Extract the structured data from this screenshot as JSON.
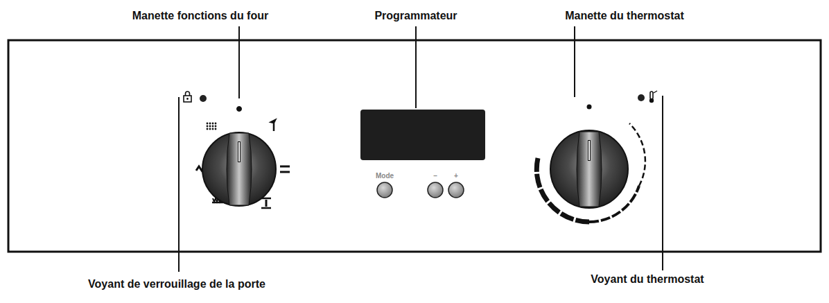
{
  "diagram": {
    "labels": [
      "Manette fonctions du four",
      "Programmateur",
      "Manette du thermostat",
      "Mode",
      "–",
      "+",
      "Voyant de verrouillage de la porte",
      "Voyant du thermostat"
    ]
  }
}
